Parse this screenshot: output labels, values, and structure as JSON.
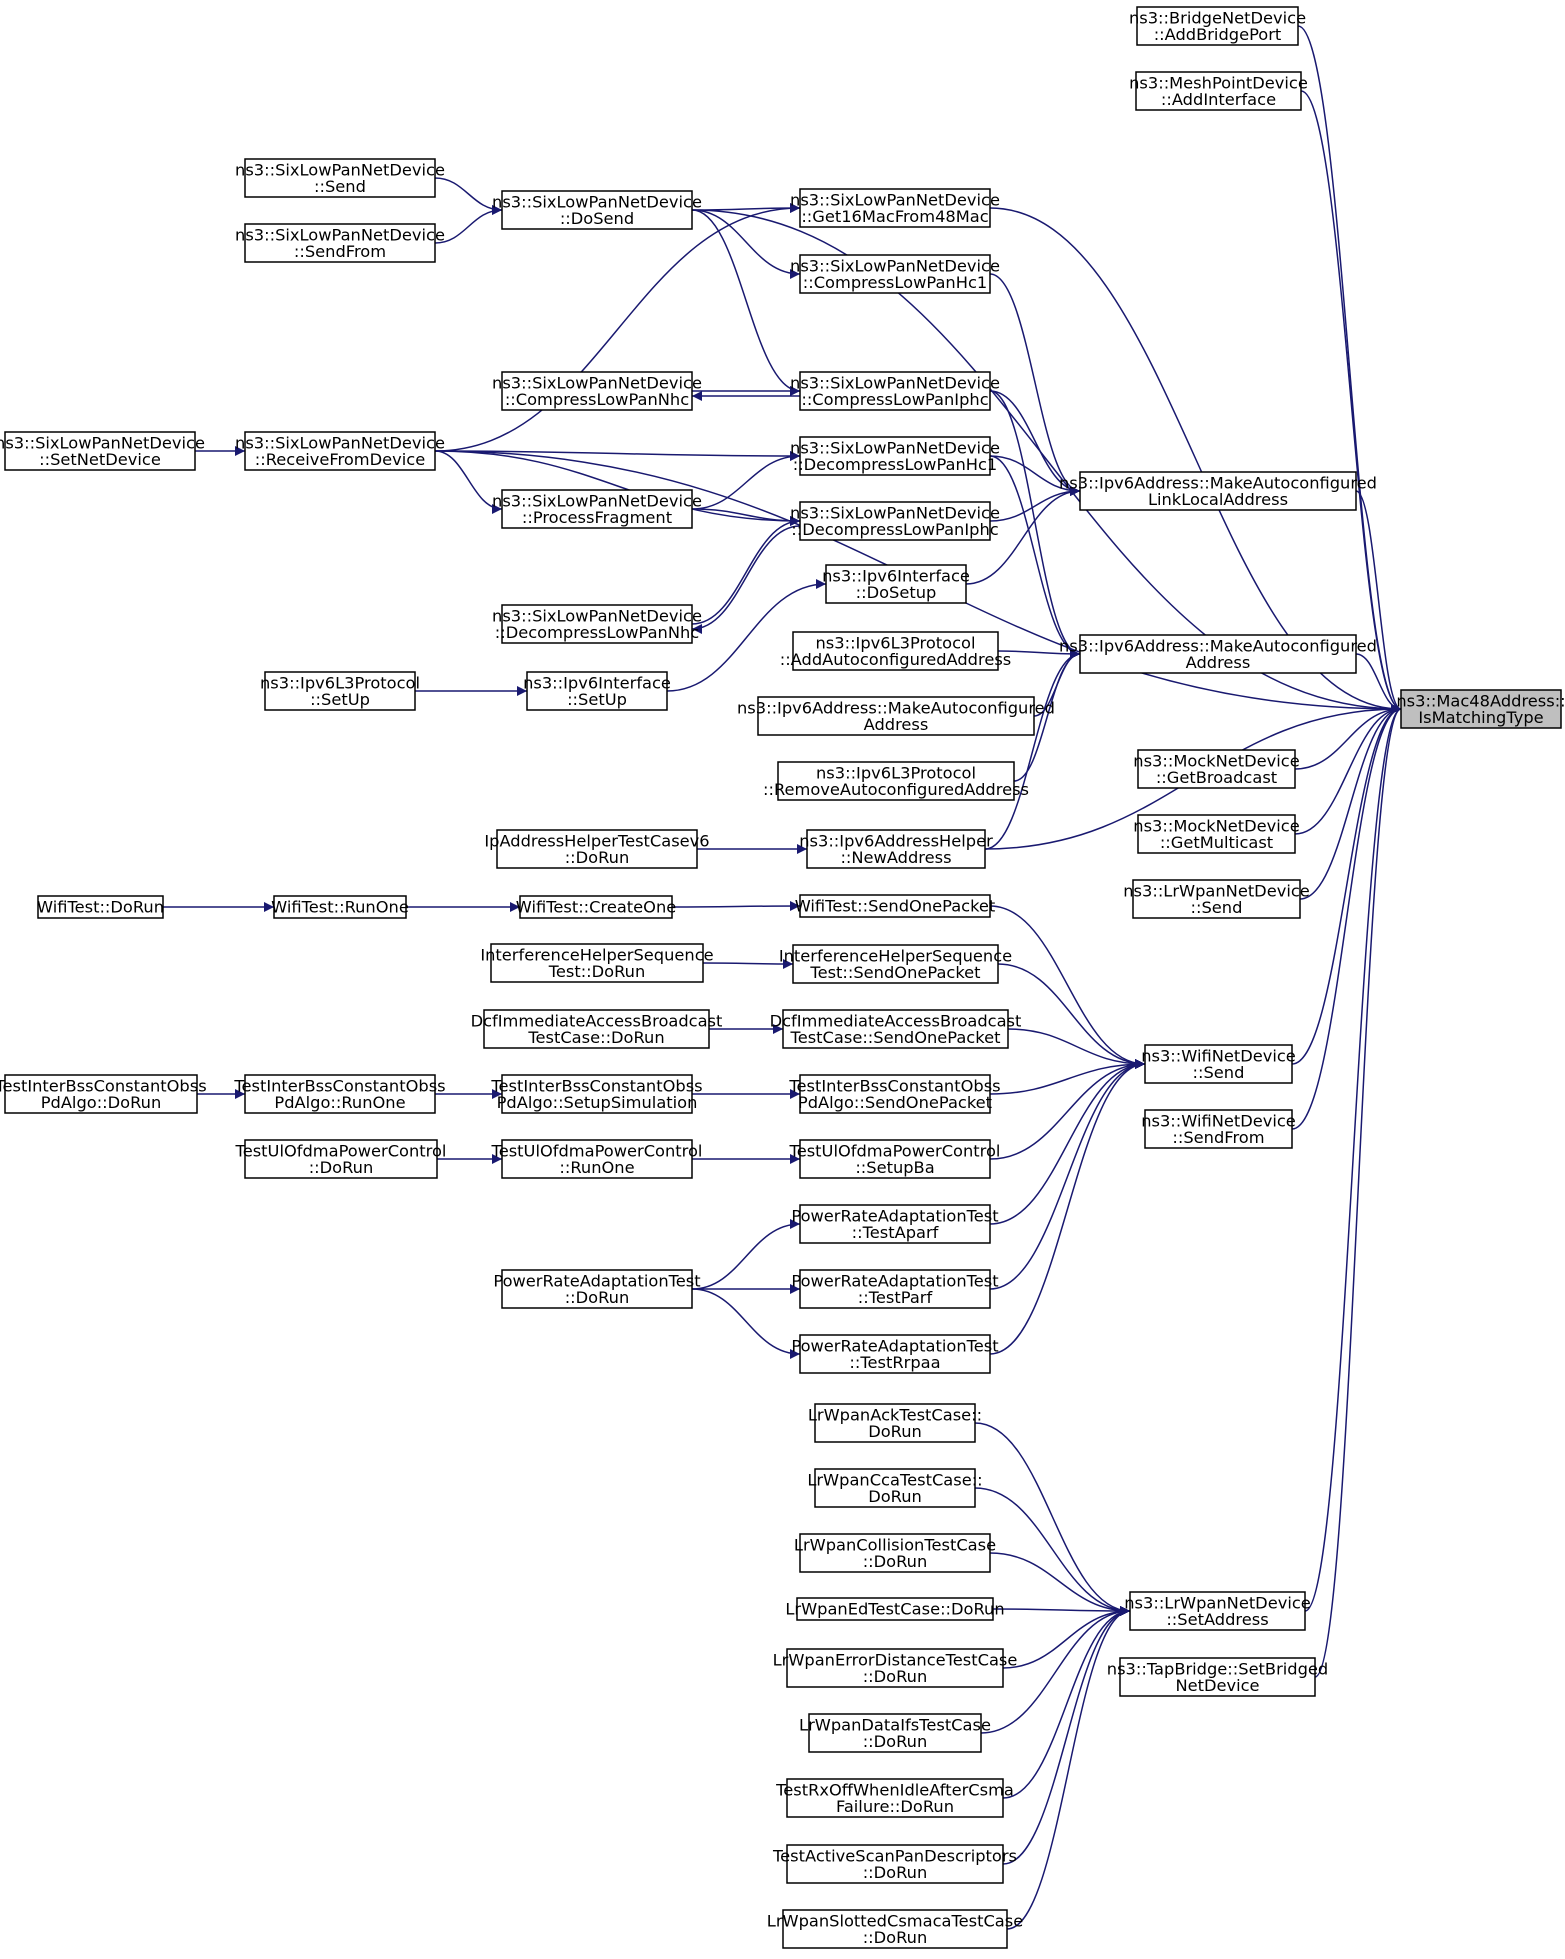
{
  "title": "",
  "colors": {
    "edge": "#191970",
    "node_fill": "#ffffff",
    "node_stroke": "#000000",
    "highlight_fill": "#bfbfbf"
  },
  "nodes": {
    "bridge_add": [
      "ns3::BridgeNetDevice",
      "::AddBridgePort"
    ],
    "mesh_add": [
      "ns3::MeshPointDevice",
      "::AddInterface"
    ],
    "sixlow_send": [
      "ns3::SixLowPanNetDevice",
      "::Send"
    ],
    "sixlow_sendfrom": [
      "ns3::SixLowPanNetDevice",
      "::SendFrom"
    ],
    "sixlow_dosend": [
      "ns3::SixLowPanNetDevice",
      "::DoSend"
    ],
    "get16": [
      "ns3::SixLowPanNetDevice",
      "::Get16MacFrom48Mac"
    ],
    "comp_hc1": [
      "ns3::SixLowPanNetDevice",
      "::CompressLowPanHc1"
    ],
    "comp_nhc": [
      "ns3::SixLowPanNetDevice",
      "::CompressLowPanNhc"
    ],
    "comp_iphc": [
      "ns3::SixLowPanNetDevice",
      "::CompressLowPanIphc"
    ],
    "setnetdev": [
      "ns3::SixLowPanNetDevice",
      "::SetNetDevice"
    ],
    "recvfrom": [
      "ns3::SixLowPanNetDevice",
      "::ReceiveFromDevice"
    ],
    "decomp_hc1": [
      "ns3::SixLowPanNetDevice",
      "::DecompressLowPanHc1"
    ],
    "procfrag": [
      "ns3::SixLowPanNetDevice",
      "::ProcessFragment"
    ],
    "decomp_iphc": [
      "ns3::SixLowPanNetDevice",
      "::DecompressLowPanIphc"
    ],
    "makell": [
      "ns3::Ipv6Address::MakeAutoconfigured",
      "LinkLocalAddress"
    ],
    "ipv6if_dosetup": [
      "ns3::Ipv6Interface",
      "::DoSetup"
    ],
    "decomp_nhc": [
      "ns3::SixLowPanNetDevice",
      "::DecompressLowPanNhc"
    ],
    "addauto": [
      "ns3::Ipv6L3Protocol",
      "::AddAutoconfiguredAddress"
    ],
    "makeauto": [
      "ns3::Ipv6Address::MakeAutoconfigured",
      "Address"
    ],
    "ipv6l3_setup": [
      "ns3::Ipv6L3Protocol",
      "::SetUp"
    ],
    "ipv6if_setup": [
      "ns3::Ipv6Interface",
      "::SetUp"
    ],
    "makeauto2": [
      "ns3::Ipv6Address::MakeAutoconfigured",
      "Address"
    ],
    "removeauto": [
      "ns3::Ipv6L3Protocol",
      "::RemoveAutoconfiguredAddress"
    ],
    "target": [
      "ns3::Mac48Address::",
      "IsMatchingType"
    ],
    "mock_bcast": [
      "ns3::MockNetDevice",
      "::GetBroadcast"
    ],
    "mock_mcast": [
      "ns3::MockNetDevice",
      "::GetMulticast"
    ],
    "lrwpan_send": [
      "ns3::LrWpanNetDevice",
      "::Send"
    ],
    "iphelper_test": [
      "IpAddressHelperTestCasev6",
      "::DoRun"
    ],
    "iphelper_new": [
      "ns3::Ipv6AddressHelper",
      "::NewAddress"
    ],
    "wifitest_dorun": [
      "WifiTest::DoRun"
    ],
    "wifitest_runone": [
      "WifiTest::RunOne"
    ],
    "wifitest_create": [
      "WifiTest::CreateOne"
    ],
    "wifitest_sendone": [
      "WifiTest::SendOnePacket"
    ],
    "ihs_dorun": [
      "InterferenceHelperSequence",
      "Test::DoRun"
    ],
    "ihs_send": [
      "InterferenceHelperSequence",
      "Test::SendOnePacket"
    ],
    "dcf_dorun": [
      "DcfImmediateAccessBroadcast",
      "TestCase::DoRun"
    ],
    "dcf_send": [
      "DcfImmediateAccessBroadcast",
      "TestCase::SendOnePacket"
    ],
    "wifi_send": [
      "ns3::WifiNetDevice",
      "::Send"
    ],
    "tib_dorun": [
      "TestInterBssConstantObss",
      "PdAlgo::DoRun"
    ],
    "tib_runone": [
      "TestInterBssConstantObss",
      "PdAlgo::RunOne"
    ],
    "tib_setup": [
      "TestInterBssConstantObss",
      "PdAlgo::SetupSimulation"
    ],
    "tib_send": [
      "TestInterBssConstantObss",
      "PdAlgo::SendOnePacket"
    ],
    "wifi_sendfrom": [
      "ns3::WifiNetDevice",
      "::SendFrom"
    ],
    "tul_dorun": [
      "TestUlOfdmaPowerControl",
      "::DoRun"
    ],
    "tul_runone": [
      "TestUlOfdmaPowerControl",
      "::RunOne"
    ],
    "tul_setupba": [
      "TestUlOfdmaPowerControl",
      "::SetupBa"
    ],
    "pra_aparf": [
      "PowerRateAdaptationTest",
      "::TestAparf"
    ],
    "pra_dorun": [
      "PowerRateAdaptationTest",
      "::DoRun"
    ],
    "pra_parf": [
      "PowerRateAdaptationTest",
      "::TestParf"
    ],
    "pra_rrpaa": [
      "PowerRateAdaptationTest",
      "::TestRrpaa"
    ],
    "lr_ack": [
      "LrWpanAckTestCase::",
      "DoRun"
    ],
    "lr_cca": [
      "LrWpanCcaTestCase::",
      "DoRun"
    ],
    "lr_coll": [
      "LrWpanCollisionTestCase",
      "::DoRun"
    ],
    "lr_ed": [
      "LrWpanEdTestCase::DoRun"
    ],
    "lr_setaddr": [
      "ns3::LrWpanNetDevice",
      "::SetAddress"
    ],
    "tap_setbridged": [
      "ns3::TapBridge::SetBridged",
      "NetDevice"
    ],
    "lr_errdist": [
      "LrWpanErrorDistanceTestCase",
      "::DoRun"
    ],
    "lr_dataifs": [
      "LrWpanDataIfsTestCase",
      "::DoRun"
    ],
    "lr_rxoff": [
      "TestRxOffWhenIdleAfterCsma",
      "Failure::DoRun"
    ],
    "lr_activescan": [
      "TestActiveScanPanDescriptors",
      "::DoRun"
    ],
    "lr_slotted": [
      "LrWpanSlottedCsmacaTestCase",
      "::DoRun"
    ]
  },
  "edges": [
    [
      "bridge_add",
      "target"
    ],
    [
      "mesh_add",
      "target"
    ],
    [
      "sixlow_dosend",
      "target"
    ],
    [
      "get16",
      "target"
    ],
    [
      "recvfrom",
      "target"
    ],
    [
      "makell",
      "target"
    ],
    [
      "makeauto",
      "target"
    ],
    [
      "iphelper_new",
      "target"
    ],
    [
      "mock_bcast",
      "target"
    ],
    [
      "mock_mcast",
      "target"
    ],
    [
      "lrwpan_send",
      "target"
    ],
    [
      "wifi_send",
      "target"
    ],
    [
      "wifi_sendfrom",
      "target"
    ],
    [
      "lr_setaddr",
      "target"
    ],
    [
      "tap_setbridged",
      "target"
    ],
    [
      "sixlow_send",
      "sixlow_dosend"
    ],
    [
      "sixlow_sendfrom",
      "sixlow_dosend"
    ],
    [
      "sixlow_dosend",
      "get16"
    ],
    [
      "sixlow_dosend",
      "comp_hc1"
    ],
    [
      "sixlow_dosend",
      "comp_iphc"
    ],
    [
      "recvfrom",
      "get16"
    ],
    [
      "setnetdev",
      "recvfrom"
    ],
    [
      "comp_iphc",
      "comp_nhc"
    ],
    [
      "comp_nhc",
      "comp_iphc"
    ],
    [
      "recvfrom",
      "decomp_hc1"
    ],
    [
      "recvfrom",
      "procfrag"
    ],
    [
      "recvfrom",
      "decomp_iphc"
    ],
    [
      "procfrag",
      "decomp_hc1"
    ],
    [
      "procfrag",
      "decomp_iphc"
    ],
    [
      "decomp_iphc",
      "decomp_nhc"
    ],
    [
      "decomp_nhc",
      "decomp_iphc"
    ],
    [
      "comp_hc1",
      "makell"
    ],
    [
      "comp_iphc",
      "makell"
    ],
    [
      "decomp_hc1",
      "makell"
    ],
    [
      "decomp_iphc",
      "makell"
    ],
    [
      "ipv6if_dosetup",
      "makell"
    ],
    [
      "comp_iphc",
      "makeauto"
    ],
    [
      "decomp_hc1",
      "makeauto"
    ],
    [
      "addauto",
      "makeauto"
    ],
    [
      "makeauto2",
      "makeauto"
    ],
    [
      "removeauto",
      "makeauto"
    ],
    [
      "iphelper_new",
      "makeauto"
    ],
    [
      "ipv6if_setup",
      "ipv6if_dosetup"
    ],
    [
      "ipv6l3_setup",
      "ipv6if_setup"
    ],
    [
      "iphelper_test",
      "iphelper_new"
    ],
    [
      "wifitest_dorun",
      "wifitest_runone"
    ],
    [
      "wifitest_runone",
      "wifitest_create"
    ],
    [
      "wifitest_create",
      "wifitest_sendone"
    ],
    [
      "ihs_dorun",
      "ihs_send"
    ],
    [
      "dcf_dorun",
      "dcf_send"
    ],
    [
      "tib_dorun",
      "tib_runone"
    ],
    [
      "tib_runone",
      "tib_setup"
    ],
    [
      "tib_setup",
      "tib_send"
    ],
    [
      "tul_dorun",
      "tul_runone"
    ],
    [
      "tul_runone",
      "tul_setupba"
    ],
    [
      "pra_dorun",
      "pra_aparf"
    ],
    [
      "pra_dorun",
      "pra_parf"
    ],
    [
      "pra_dorun",
      "pra_rrpaa"
    ],
    [
      "wifitest_sendone",
      "wifi_send"
    ],
    [
      "ihs_send",
      "wifi_send"
    ],
    [
      "dcf_send",
      "wifi_send"
    ],
    [
      "tib_send",
      "wifi_send"
    ],
    [
      "tul_setupba",
      "wifi_send"
    ],
    [
      "pra_aparf",
      "wifi_send"
    ],
    [
      "pra_parf",
      "wifi_send"
    ],
    [
      "pra_rrpaa",
      "wifi_send"
    ],
    [
      "lr_ack",
      "lr_setaddr"
    ],
    [
      "lr_cca",
      "lr_setaddr"
    ],
    [
      "lr_coll",
      "lr_setaddr"
    ],
    [
      "lr_ed",
      "lr_setaddr"
    ],
    [
      "lr_errdist",
      "lr_setaddr"
    ],
    [
      "lr_dataifs",
      "lr_setaddr"
    ],
    [
      "lr_rxoff",
      "lr_setaddr"
    ],
    [
      "lr_activescan",
      "lr_setaddr"
    ],
    [
      "lr_slotted",
      "lr_setaddr"
    ]
  ]
}
